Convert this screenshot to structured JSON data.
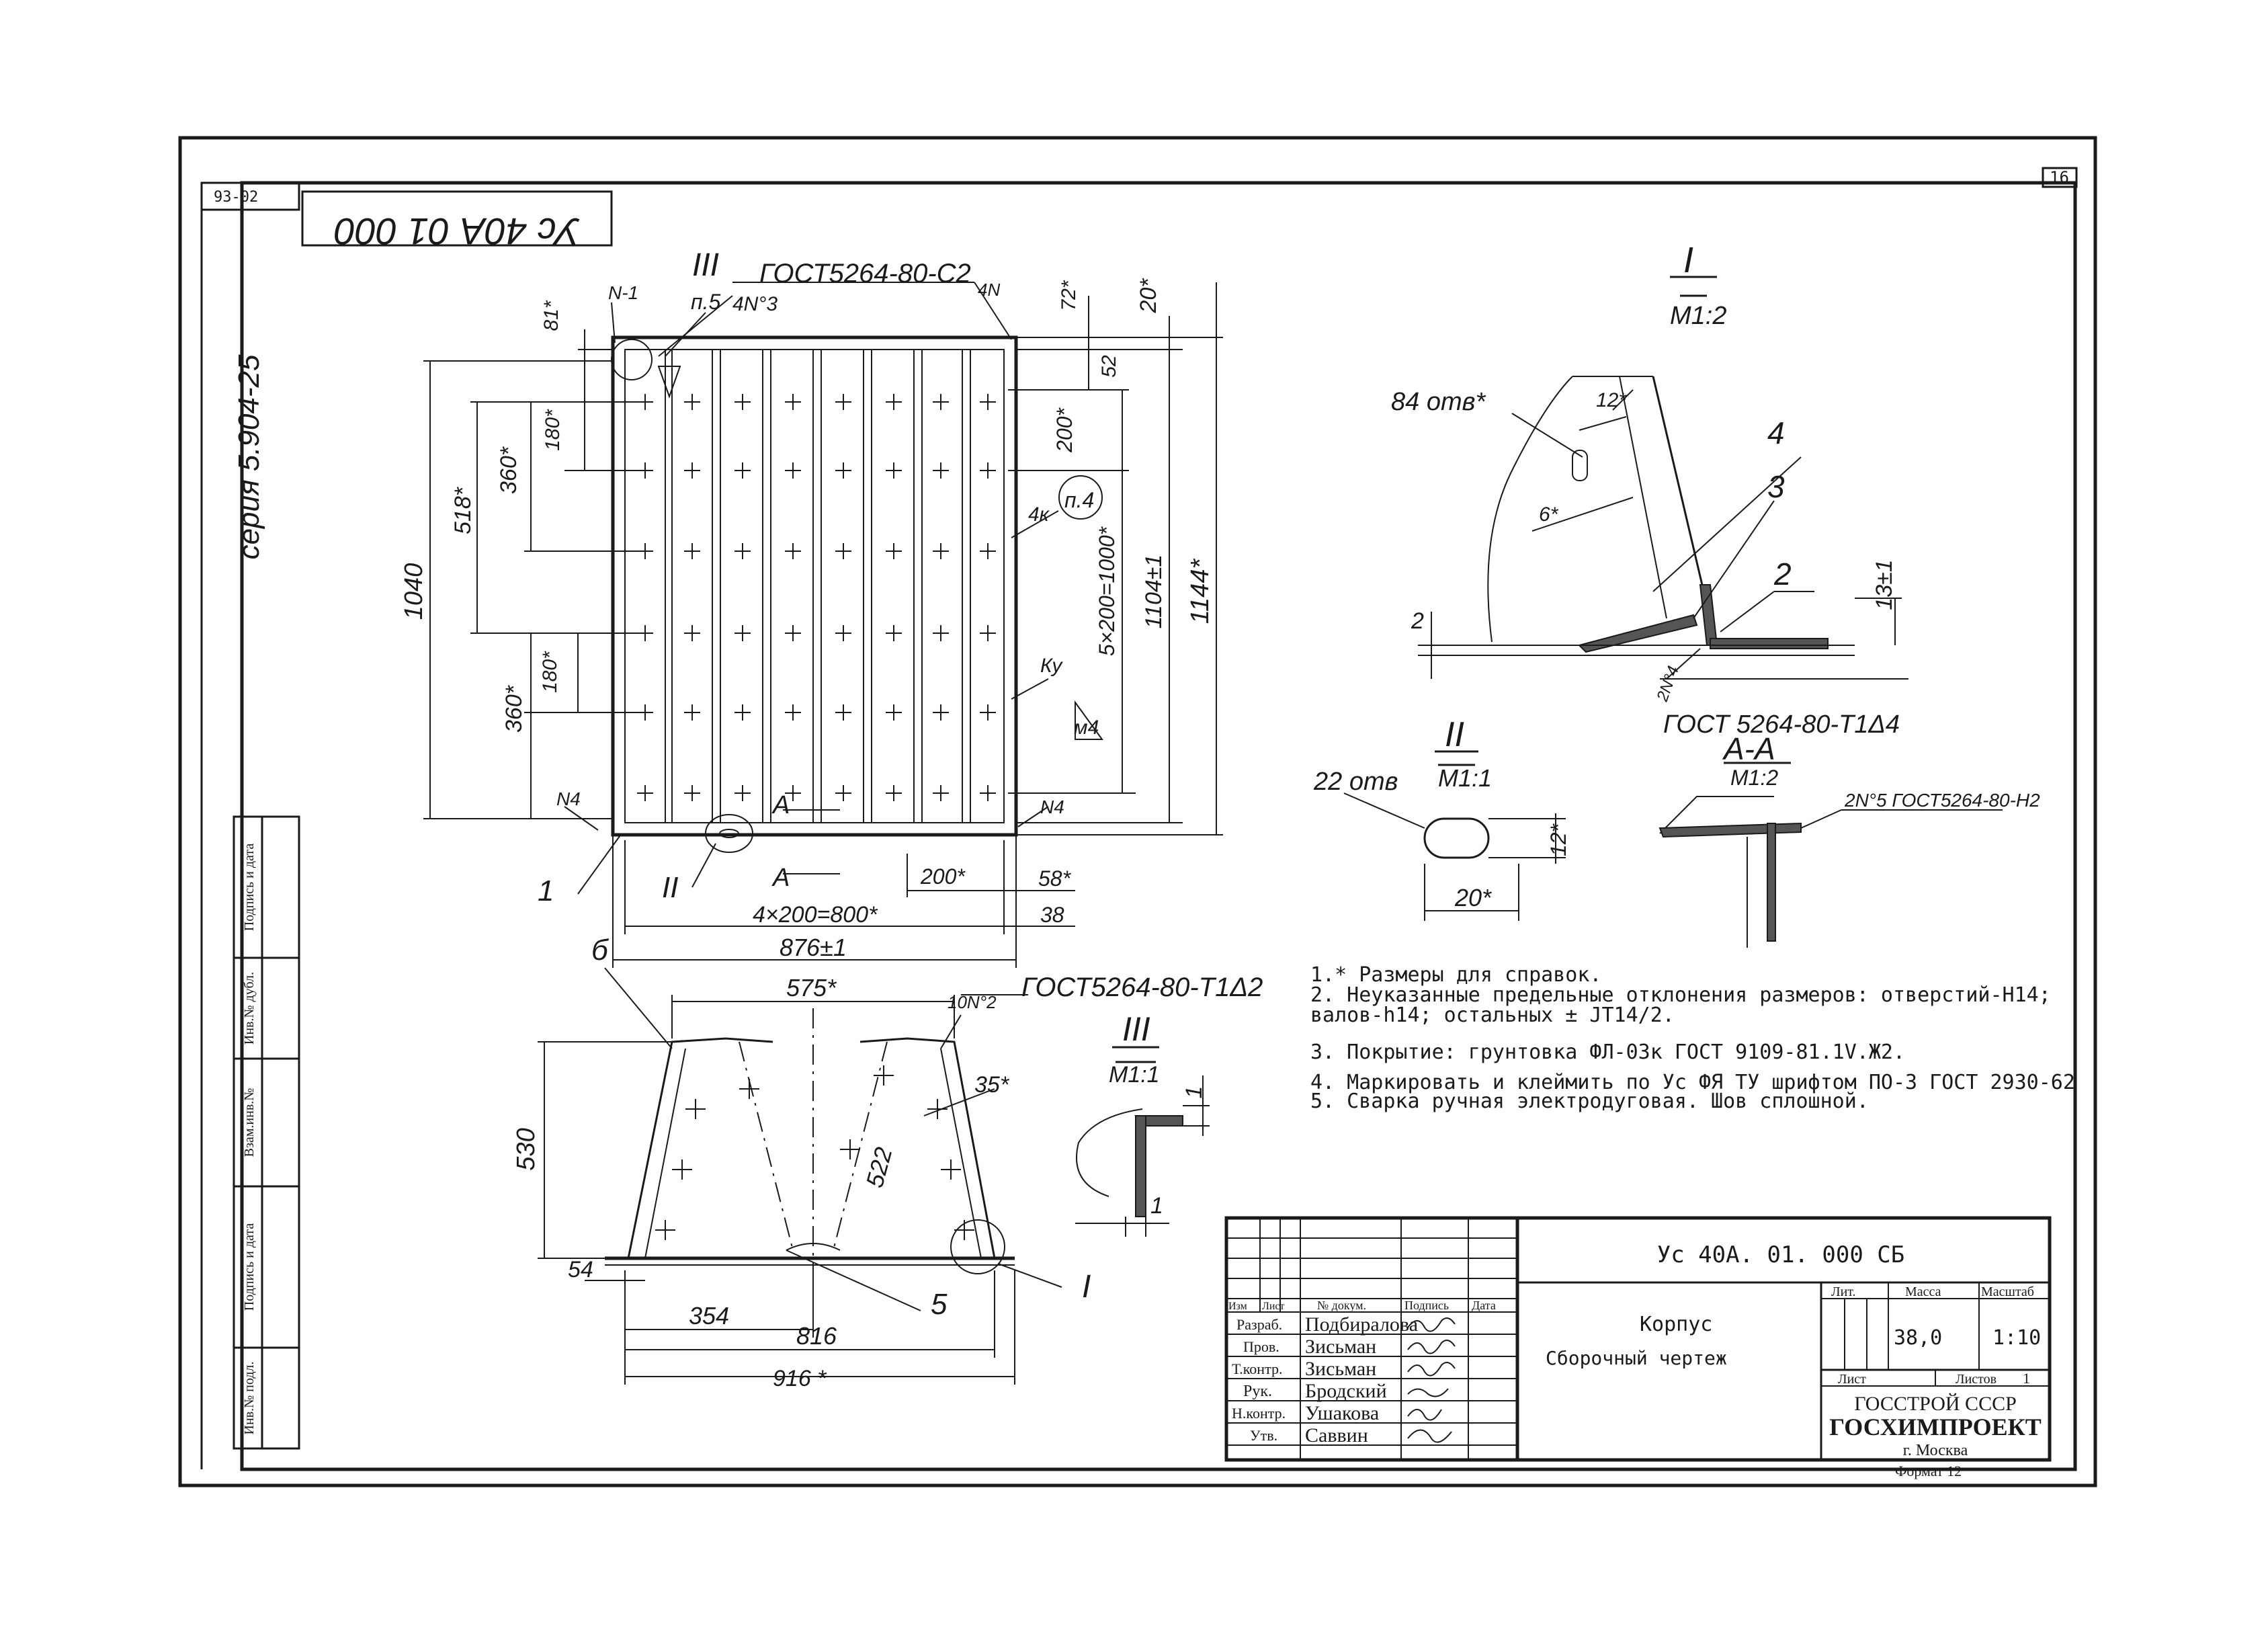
{
  "sheet_number": "16",
  "corner_label": "93-02",
  "doc_code_stamp": "Ус 40А 01 000",
  "series": "серия 5.904-25",
  "side_columns": [
    "Подпись и дата",
    "Инв.№ дубл.",
    "Взам.инв.№",
    "Подпись и дата",
    "Инв.№ подл."
  ],
  "main_view": {
    "labels": {
      "weld_std": "ГОСТ5264-80-С2",
      "n1_top": "N-1",
      "n5": "п.5",
      "n3": "4N°3",
      "n4_top": "4N",
      "roman3": "III",
      "roman2": "II",
      "p4": "п.4",
      "k4": "4к",
      "ku": "Ку",
      "m4": "м4",
      "n1_left": "N4",
      "n1_right": "N4",
      "mark1": "1",
      "section_a1": "А",
      "section_a2": "А"
    },
    "dims": {
      "d81": "81*",
      "d180a": "180*",
      "d360a": "360*",
      "d518": "518*",
      "d1040": "1040",
      "d180b": "180*",
      "d360b": "360*",
      "d72": "72*",
      "d20": "20*",
      "d52": "52",
      "d200v": "200*",
      "d5x200": "5×200=1000*",
      "d1104": "1104±1",
      "d1144": "1144*",
      "d200h": "200*",
      "d58": "58*",
      "d4x200": "4×200=800*",
      "d38": "38",
      "d876": "876±1"
    }
  },
  "front_view": {
    "labels": {
      "mark6": "б",
      "mark5": "5",
      "roman1": "I",
      "weld_std": "ГОСТ5264-80-Т1Δ2",
      "n10": "10N°2"
    },
    "dims": {
      "d575": "575*",
      "d530": "530",
      "d522": "522",
      "d35": "35*",
      "d54": "54",
      "d354": "354",
      "d816": "816",
      "d916": "916 *"
    }
  },
  "detail_I": {
    "title": "I",
    "scale": "М1:2",
    "holes": "84 отв*",
    "d12": "12*",
    "d6": "6*",
    "d2": "2",
    "d13": "13±1",
    "m4": "4",
    "m3": "3",
    "m2": "2",
    "weld_small": "2N°4",
    "weld_std": "ГОСТ 5264-80-Т1Δ4"
  },
  "detail_II": {
    "title": "II",
    "scale": "М1:1",
    "holes": "22 отв",
    "d12": "12*",
    "d20": "20*"
  },
  "section_AA": {
    "title": "А-А",
    "scale": "М1:2",
    "weld": "2N°5 ГОСТ5264-80-Н2"
  },
  "detail_III": {
    "title": "III",
    "scale": "М1:1",
    "d1a": "1",
    "d1b": "1"
  },
  "notes": [
    "1.* Размеры для справок.",
    "2. Неуказанные предельные отклонения размеров: отверстий-Н14;",
    "   валов-h14; остальных ± JT14/2.",
    "3. Покрытие: грунтовка ФЛ-03к ГОСТ 9109-81.1V.Ж2.",
    "4. Маркировать и клеймить по Ус ФЯ ТУ шрифтом ПО-3 ГОСТ 2930-62",
    "5. Сварка ручная электродуговая. Шов сплошной."
  ],
  "title_block": {
    "designation": "Ус 40А. 01. 000 СБ",
    "name_line1": "Корпус",
    "name_line2": "Сборочный чертеж",
    "col_headers": [
      "Изм",
      "Лист",
      "№ докум.",
      "Подпись",
      "Дата"
    ],
    "roles": [
      {
        "role": "Разраб.",
        "name": "Подбиралова"
      },
      {
        "role": "Пров.",
        "name": "Зисьман"
      },
      {
        "role": "Т.контр.",
        "name": "Зисьман"
      },
      {
        "role": "Рук.",
        "name": "Бродский"
      },
      {
        "role": "Н.контр.",
        "name": "Ушакова"
      },
      {
        "role": "Утв.",
        "name": "Саввин"
      }
    ],
    "lit_label": "Лит.",
    "mass_label": "Масса",
    "scale_label": "Масштаб",
    "mass": "38,0",
    "scale": "1:10",
    "sheet_label": "Лист",
    "sheets_label": "Листов",
    "sheets": "1",
    "org1": "ГОССТРОЙ СССР",
    "org2": "ГОСХИМПРОЕКТ",
    "city": "г. Москва",
    "format": "Формат 12"
  }
}
